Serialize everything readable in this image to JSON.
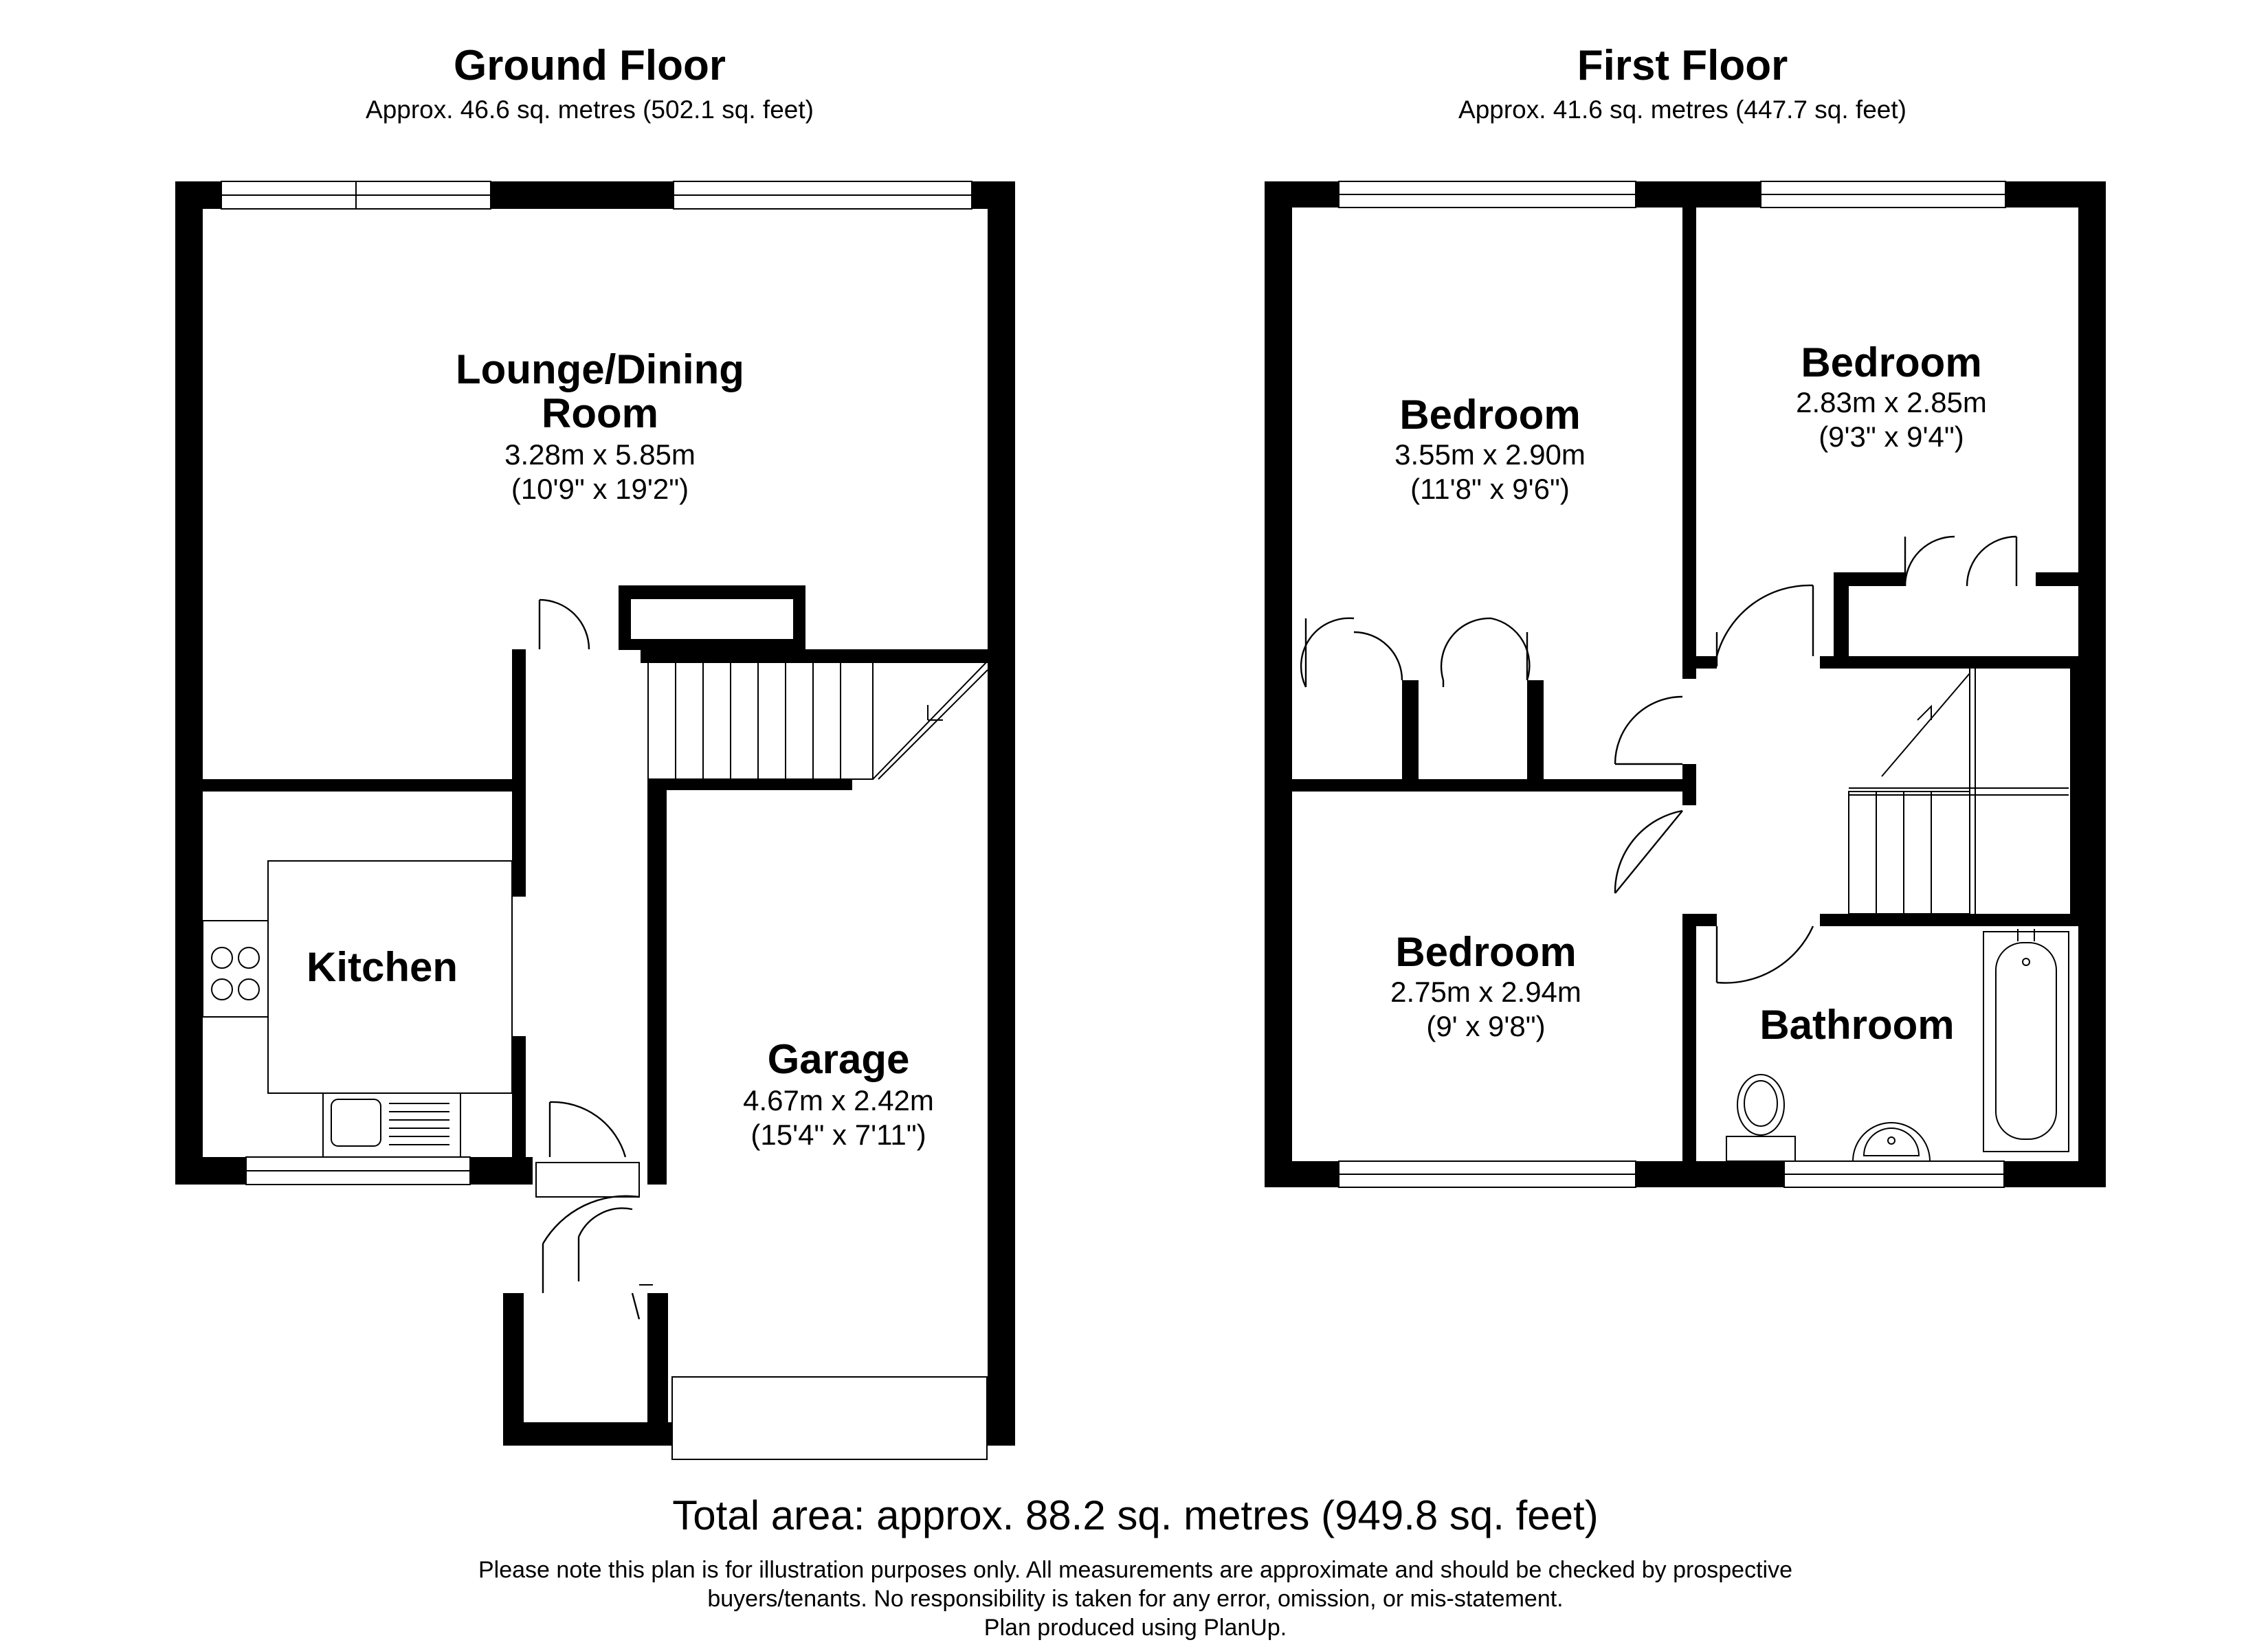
{
  "ground_floor": {
    "title": "Ground Floor",
    "area": "Approx. 46.6 sq. metres (502.1 sq. feet)",
    "rooms": {
      "lounge": {
        "name_line1": "Lounge/Dining",
        "name_line2": "Room",
        "metric": "3.28m x 5.85m",
        "imperial": "(10'9\" x 19'2\")"
      },
      "kitchen": {
        "name": "Kitchen"
      },
      "garage": {
        "name": "Garage",
        "metric": "4.67m x 2.42m",
        "imperial": "(15'4\" x 7'11\")"
      }
    }
  },
  "first_floor": {
    "title": "First Floor",
    "area": "Approx. 41.6 sq. metres (447.7 sq. feet)",
    "rooms": {
      "bedroom_1": {
        "name": "Bedroom",
        "metric": "3.55m x 2.90m",
        "imperial": "(11'8\" x 9'6\")"
      },
      "bedroom_2": {
        "name": "Bedroom",
        "metric": "2.83m x 2.85m",
        "imperial": "(9'3\" x 9'4\")"
      },
      "bedroom_3": {
        "name": "Bedroom",
        "metric": "2.75m x 2.94m",
        "imperial": "(9' x 9'8\")"
      },
      "bathroom": {
        "name": "Bathroom"
      }
    }
  },
  "total_area": "Total area: approx. 88.2 sq. metres (949.8 sq. feet)",
  "disclaimer": {
    "line1": "Please note this plan is for illustration purposes only. All measurements are approximate and should be checked by prospective",
    "line2": "buyers/tenants. No responsibility is taken for any error, omission, or mis-statement.",
    "line3": "Plan produced using PlanUp."
  }
}
